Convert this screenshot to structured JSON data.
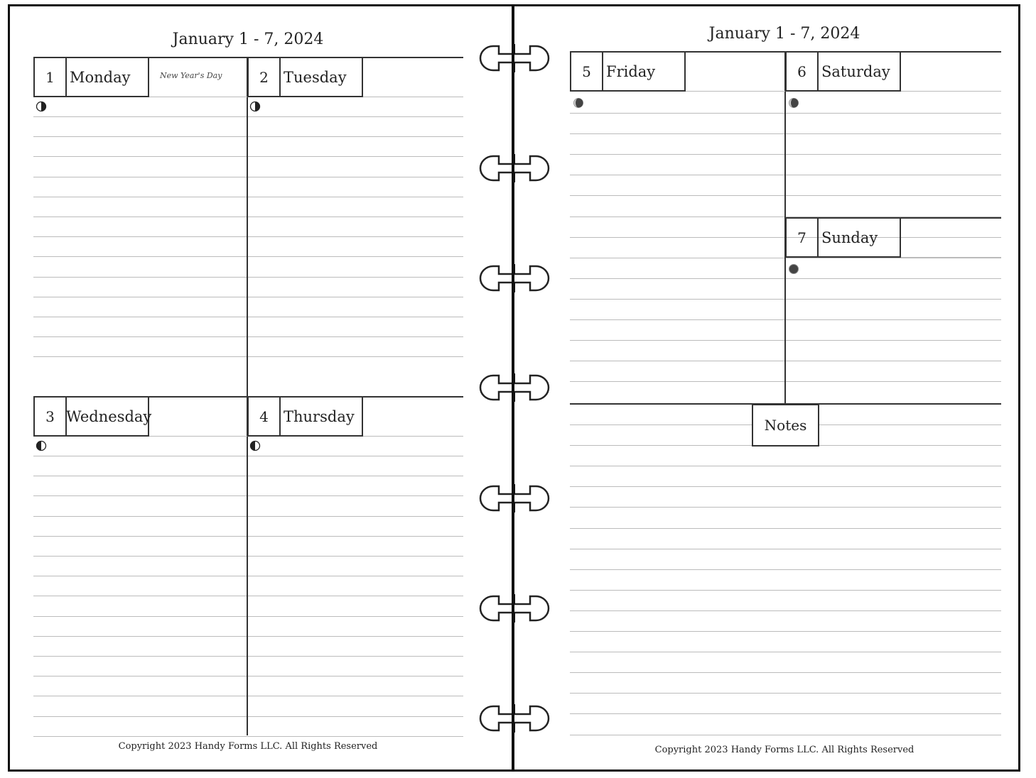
{
  "left_page": {
    "title": "January 1 - 7, 2024",
    "days": [
      {
        "num": "1",
        "name": "Monday",
        "holiday": "New Year's Day",
        "moon": "first-quarter"
      },
      {
        "num": "2",
        "name": "Tuesday",
        "moon": "first-quarter"
      },
      {
        "num": "3",
        "name": "Wednesday",
        "moon": "last-quarter"
      },
      {
        "num": "4",
        "name": "Thursday",
        "moon": "last-quarter"
      }
    ],
    "copyright": "Copyright 2023 Handy Forms LLC. All Rights Reserved"
  },
  "right_page": {
    "title": "January 1 - 7, 2024",
    "days": [
      {
        "num": "5",
        "name": "Friday",
        "moon": "waning-crescent"
      },
      {
        "num": "6",
        "name": "Saturday",
        "moon": "waning-crescent"
      },
      {
        "num": "7",
        "name": "Sunday",
        "moon": "new-moon"
      }
    ],
    "notes_label": "Notes",
    "copyright": "Copyright 2023 Handy Forms LLC. All Rights Reserved"
  }
}
